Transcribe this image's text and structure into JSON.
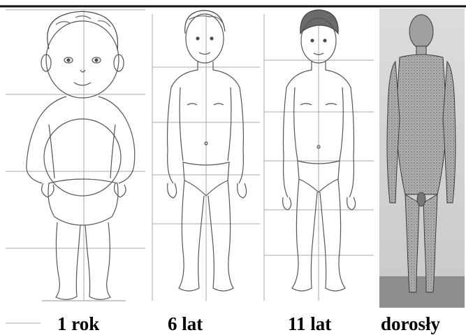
{
  "figure": {
    "captions": [
      "1 rok",
      "6 lat",
      "11 lat",
      "dorosły"
    ]
  }
}
